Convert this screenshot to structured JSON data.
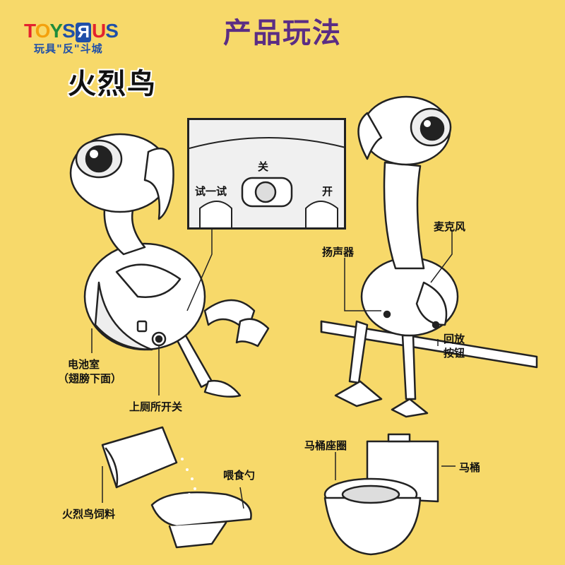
{
  "page": {
    "title": "产品玩法",
    "product_name": "火烈鸟"
  },
  "logo": {
    "brand_parts": [
      "T",
      "O",
      "Y",
      "S",
      "Я",
      "U",
      "S"
    ],
    "subtitle": "玩具\"反\"斗城"
  },
  "switch_inset": {
    "off_label": "关",
    "try_label": "试一试",
    "on_label": "开"
  },
  "callouts": {
    "battery_compartment_line1": "电池室",
    "battery_compartment_line2": "（翅膀下面）",
    "toilet_switch": "上厕所开关",
    "speaker": "扬声器",
    "microphone": "麦克风",
    "playback_button_line1": "回放",
    "playback_button_line2": "按钮",
    "flamingo_food": "火烈鸟饲料",
    "feeding_spoon": "喂食勺",
    "toilet_seat": "马桶座圈",
    "toilet": "马桶"
  },
  "colors": {
    "background": "#f7d96a",
    "title": "#5b2d84",
    "line": "#222222"
  },
  "icons": [
    "flamingo-illustration",
    "toilet-illustration",
    "spoon-illustration",
    "food-bag-illustration",
    "switch-icon"
  ]
}
